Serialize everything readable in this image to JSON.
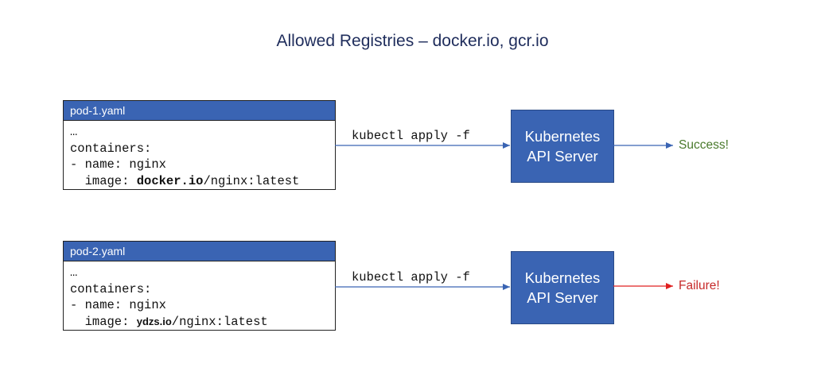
{
  "title": "Allowed Registries – docker.io, gcr.io",
  "rows": [
    {
      "filename": "pod-1.yaml",
      "lines": {
        "ellipsis": "…",
        "containers": "containers:",
        "name": "- name: nginx",
        "image_prefix": "  image: ",
        "registry": "docker.io",
        "image_suffix": "/nginx:latest"
      },
      "command": "kubectl apply -f",
      "server": [
        "Kubernetes",
        "API Server"
      ],
      "result": "Success!",
      "result_color": "#4a7a2c",
      "arrow_color": "#3a64b3"
    },
    {
      "filename": "pod-2.yaml",
      "lines": {
        "ellipsis": "…",
        "containers": "containers:",
        "name": "- name: nginx",
        "image_prefix": "  image: ",
        "registry": "ydzs.io",
        "image_suffix": "/nginx:latest"
      },
      "command": "kubectl apply -f",
      "server": [
        "Kubernetes",
        "API Server"
      ],
      "result": "Failure!",
      "result_color": "#c62a2a",
      "arrow_color": "#e02020"
    }
  ]
}
